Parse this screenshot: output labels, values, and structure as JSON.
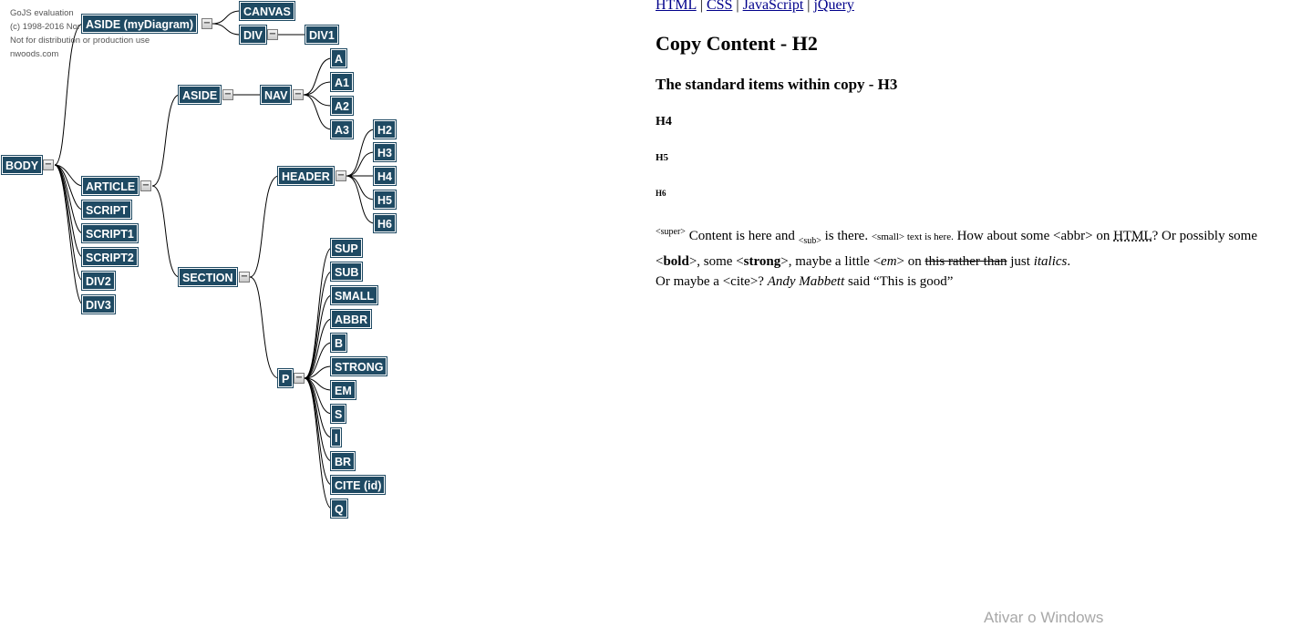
{
  "watermark": {
    "line1": "GoJS evaluation",
    "line2": "(c) 1998-2016 Northwoods Software",
    "line3": "Not for distribution or production use",
    "line4": "nwoods.com"
  },
  "tree": {
    "body": "BODY",
    "aside_mydiagram": "ASIDE (myDiagram)",
    "canvas": "CANVAS",
    "div": "DIV",
    "div1": "DIV1",
    "article": "ARTICLE",
    "script": "SCRIPT",
    "script1": "SCRIPT1",
    "script2": "SCRIPT2",
    "div2": "DIV2",
    "div3": "DIV3",
    "aside": "ASIDE",
    "nav": "NAV",
    "a": "A",
    "a1": "A1",
    "a2": "A2",
    "a3": "A3",
    "section": "SECTION",
    "header": "HEADER",
    "h2": "H2",
    "h3": "H3",
    "h4": "H4",
    "h5": "H5",
    "h6": "H6",
    "p": "P",
    "sup": "SUP",
    "sub": "SUB",
    "small": "SMALL",
    "abbr": "ABBR",
    "b": "B",
    "strong": "STRONG",
    "em": "EM",
    "s": "S",
    "i": "I",
    "br": "BR",
    "cite": "CITE (id)",
    "q": "Q",
    "collapse_glyph": "−",
    "link_color": "#000000",
    "node_color": "#1f4a63"
  },
  "nav": {
    "html": "HTML",
    "css": "CSS",
    "javascript": "JavaScript",
    "jquery": "jQuery",
    "separator": "|"
  },
  "content": {
    "h2": "Copy Content - H2",
    "h3": "The standard items within copy - H3",
    "h4": "H4",
    "h5": "H5",
    "h6": "H6",
    "p": {
      "sup": "<super>",
      "t1": " Content is here and ",
      "sub": "<sub>",
      "t2": " is there. ",
      "small": "<small> text is here.",
      "t3": " How about some <abbr> on ",
      "abbr": "HTML",
      "t4": "? Or possibly some <",
      "bold": "bold",
      "t5": ">, some <",
      "strong": "strong",
      "t6": ">, maybe a little <",
      "em": "em",
      "t7": "> on ",
      "strike": "this rather than",
      "t8": " just ",
      "italics": "italics",
      "t9": ".",
      "t10": "Or maybe a <cite>? ",
      "cite": "Andy Mabbett",
      "t11": " said ",
      "quote": "“This is good”"
    }
  },
  "os_watermark": "Ativar o Windows"
}
